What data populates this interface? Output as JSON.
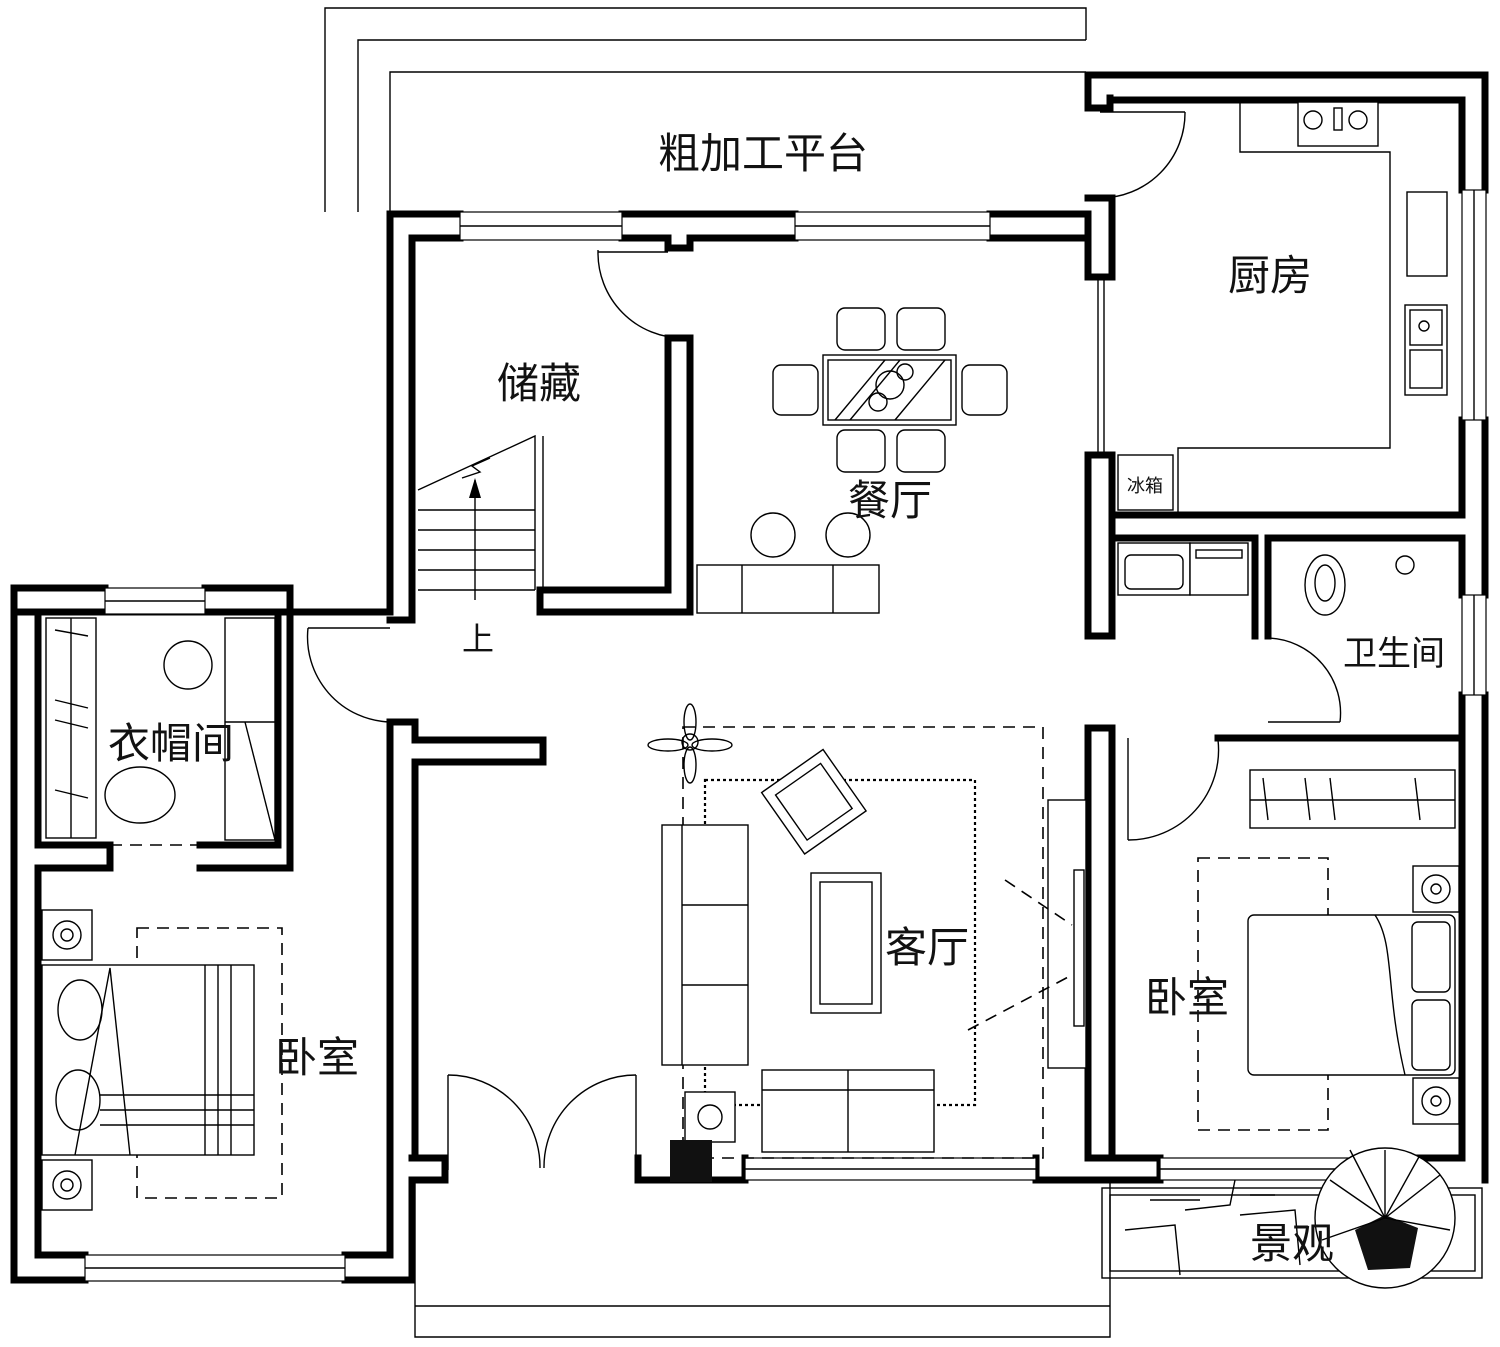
{
  "labels": {
    "platform": "粗加工平台",
    "kitchen": "厨房",
    "storage": "储藏",
    "dining": "餐厅",
    "bathroom": "卫生间",
    "closet": "衣帽间",
    "living": "客厅",
    "bedroom_left": "卧室",
    "bedroom_right": "卧室",
    "landscape": "景观",
    "stair_up": "上",
    "fridge": "冰箱"
  },
  "colors": {
    "line": "#000000",
    "background": "#ffffff"
  }
}
